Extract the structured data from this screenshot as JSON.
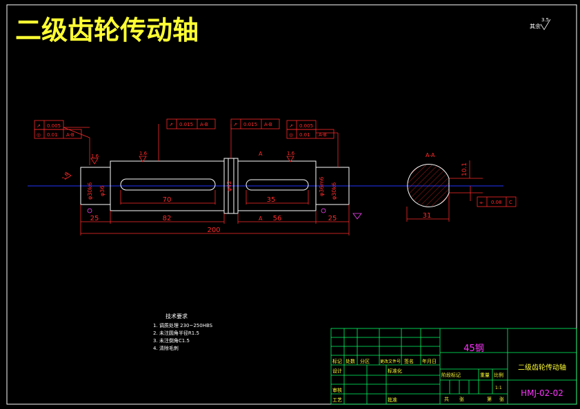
{
  "title": "二级齿轮传动轴",
  "roughness_note": {
    "label": "其余",
    "value": "3.5"
  },
  "colors": {
    "background": "#000000",
    "shaft": "#ffffff",
    "dimension": "#ff2a2a",
    "centerline": "#2233ff",
    "title_block": "#00ff66",
    "text_yellow": "#ffff33",
    "material": "#ff33ff",
    "symbol_magenta": "#ff44ff"
  },
  "tolerance_frames": [
    {
      "sym": "↗",
      "value": "0.005"
    },
    {
      "sym": "◎",
      "value": "0.01",
      "ref": "A-B"
    },
    {
      "sym": "↗",
      "value": "0.015",
      "ref": "A-B"
    },
    {
      "sym": "↗",
      "value": "0.015",
      "ref": "A-B"
    },
    {
      "sym": "↗",
      "value": "0.005"
    },
    {
      "sym": "◎",
      "value": "0.01",
      "ref": "A-B"
    }
  ],
  "roughness_marks": [
    "1.6",
    "1.6",
    "1.6",
    "1.6"
  ],
  "section_marks": {
    "a_top": "A",
    "a_bottom": "A",
    "section_label": "A-A"
  },
  "dimensions": {
    "key_len_1": "70",
    "key_len_2": "35",
    "seg_1": "25",
    "seg_2": "82",
    "seg_3": "56",
    "seg_4": "25",
    "total": "200",
    "section_width": "31",
    "section_depth": "10.1"
  },
  "diameters": [
    "φ30k6",
    "φ36",
    "φ42",
    "φ36m6",
    "φ30k6"
  ],
  "section_tolerance": {
    "sym": "⌯",
    "value": "0.08",
    "ref": "C"
  },
  "tech_requirements": {
    "heading": "技术要求",
    "items": [
      "1. 调质处理 230~250HBS",
      "2. 未注圆角半径R1.5",
      "3. 未注倒角C1.5",
      "4. 清除毛刺"
    ]
  },
  "title_block": {
    "material": "45钢",
    "part_name": "二级齿轮传动轴",
    "drawing_no": "HMJ-02-02",
    "scale": "1:1",
    "row_labels": [
      "标记",
      "处数",
      "分区",
      "更改文件号",
      "签名",
      "年月日"
    ],
    "design": "设计",
    "standard": "标准化",
    "review": "审核",
    "process": "工艺",
    "approve": "批准",
    "stage_labels": [
      "阶段标记",
      "重量",
      "比例"
    ],
    "bottom_labels": [
      "共",
      "张",
      "第",
      "张"
    ]
  }
}
